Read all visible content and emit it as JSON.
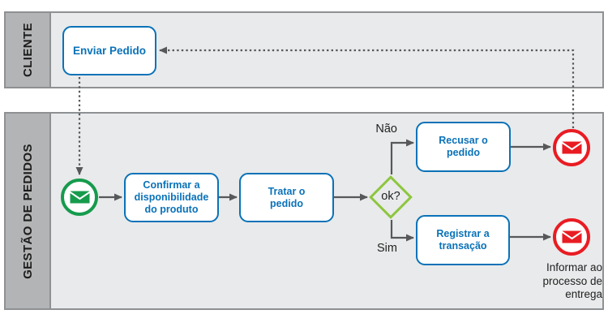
{
  "diagram": {
    "lanes": [
      {
        "id": "cliente",
        "label": "CLIENTE"
      },
      {
        "id": "gestao-de-pedidos",
        "label": "GESTÃO DE PEDIDOS"
      }
    ],
    "tasks": [
      {
        "id": "enviar-pedido",
        "label": "Enviar Pedido"
      },
      {
        "id": "confirmar-disponibilidade",
        "label": "Confirmar a disponibilidade do produto"
      },
      {
        "id": "tratar-pedido",
        "label": "Tratar o pedido"
      },
      {
        "id": "recusar-pedido",
        "label": "Recusar o pedido"
      },
      {
        "id": "registrar-transacao",
        "label": "Registrar a transação"
      }
    ],
    "gateway": {
      "label": "ok?"
    },
    "branch_labels": {
      "no": "Não",
      "yes": "Sim"
    },
    "events": [
      {
        "id": "start-message",
        "type": "message-start",
        "icon": "envelope-icon",
        "color": "#169b4d"
      },
      {
        "id": "end-message-recusar",
        "type": "message-end",
        "icon": "envelope-icon",
        "color": "#e91c23"
      },
      {
        "id": "end-message-registrar",
        "type": "message-end",
        "icon": "envelope-icon",
        "color": "#e91c23"
      }
    ],
    "annotation": "Informar ao processo de entrega",
    "colors": {
      "task_blue": "#0a72b8",
      "event_green": "#169b4d",
      "event_red": "#e91c23",
      "gateway_green": "#8dc63f",
      "lane_header_gray": "#b3b4b6",
      "lane_body_gray": "#e9eaeb",
      "lane_border_gray": "#8e9193",
      "connector_gray": "#57585a"
    }
  }
}
